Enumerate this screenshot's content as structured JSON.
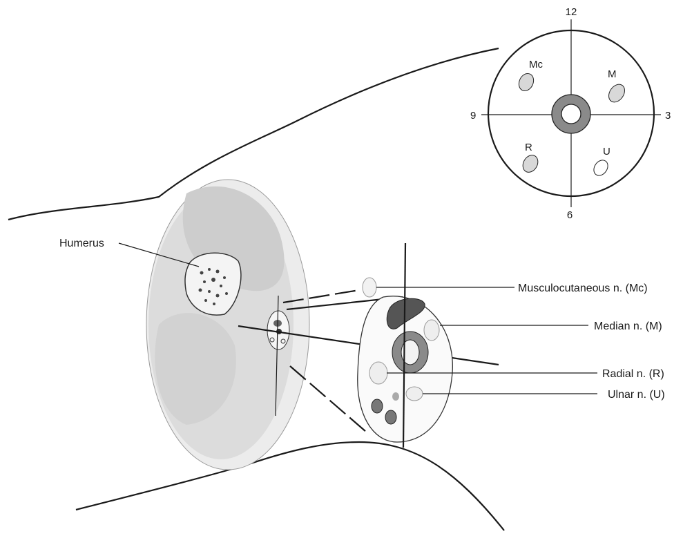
{
  "labels": {
    "humerus": "Humerus",
    "musculocutaneous": "Musculocutaneous n. (Mc)",
    "median": "Median n. (M)",
    "radial": "Radial n. (R)",
    "ulnar": "Ulnar n. (U)"
  },
  "clock": {
    "twelve": "12",
    "three": "3",
    "six": "6",
    "nine": "9",
    "mc": "Mc",
    "m": "M",
    "r": "R",
    "u": "U"
  },
  "colors": {
    "tissue": "#dcdcdc",
    "muscle": "#c8c8c8",
    "artery_ring": "#8a8a8a",
    "vein": "#5a5a5a",
    "nerve": "#eeeeee"
  }
}
